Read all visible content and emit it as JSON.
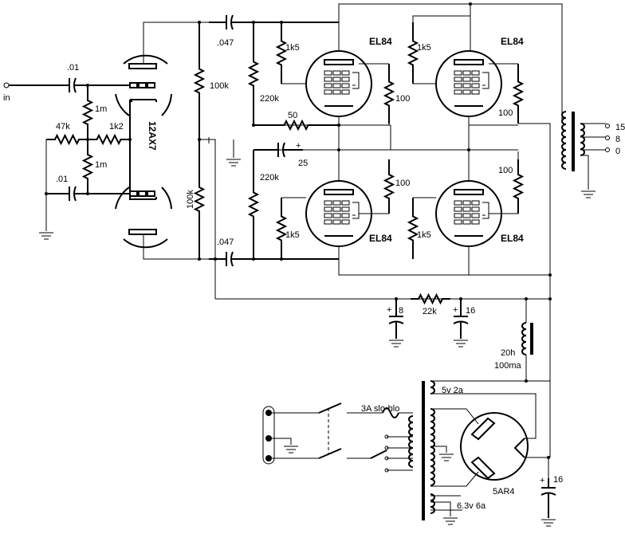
{
  "colors": {
    "ink": "#000000",
    "background": "#ffffff"
  },
  "labels": {
    "input": "in",
    "c_in": ".01",
    "r_grid_top": "1m",
    "r_47k": "47k",
    "r_1k2": "1k2",
    "r_grid_bot": "1m",
    "c_bot": ".01",
    "preamp_tube": "12AX7",
    "r_plate_top": "100k",
    "r_plate_bot": "100k",
    "c_couple_top": ".047",
    "c_couple_bot": ".047",
    "r_220k_top": "220k",
    "r_220k_bot": "220k",
    "r_1k5_a": "1k5",
    "r_1k5_b": "1k5",
    "r_1k5_c": "1k5",
    "r_1k5_d": "1k5",
    "r_cathode": "50",
    "c_cathode": "25",
    "r_100_a": "100",
    "r_100_b": "100",
    "r_100_c": "100",
    "r_100_d": "100",
    "tube_a": "EL84",
    "tube_b": "EL84",
    "tube_c": "EL84",
    "tube_d": "EL84",
    "out_15": "15",
    "out_8": "8",
    "out_0": "0",
    "c_filter_1": "8",
    "r_22k": "22k",
    "c_filter_2": "16",
    "choke_h": "20h",
    "choke_ma": "100ma",
    "heater_5v": "5v 2a",
    "fuse": "3A slo-blo",
    "rectifier": "5AR4",
    "c_reservoir": "16",
    "heater_63v": "6.3v 6a",
    "plus": "+"
  }
}
